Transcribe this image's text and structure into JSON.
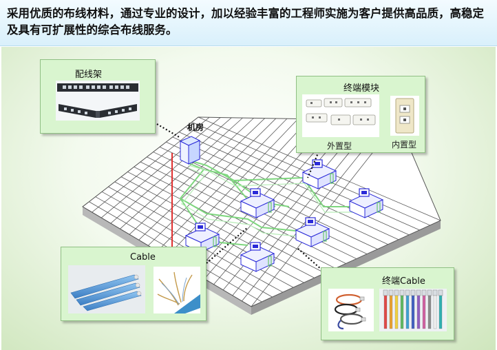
{
  "header": {
    "text": "采用优质的布线材料，通过专业的设计，加以经验丰富的工程师实施为客户提供高品质，高稳定及具有可扩展性的综合布线服务。"
  },
  "machine_room": {
    "label": "机房"
  },
  "callouts": {
    "patch_panel": {
      "title": "配线架"
    },
    "terminal_module": {
      "title": "终端模块",
      "external_label": "外置型",
      "internal_label": "内置型"
    },
    "cable": {
      "title": "Cable"
    },
    "terminal_cable": {
      "title": "终端Cable"
    }
  },
  "colors": {
    "cable_green": "#7ed67e",
    "trunk_red": "#e03030",
    "desk_blue": "#2b2bd8",
    "callout_bg": "#d9f5cf"
  }
}
